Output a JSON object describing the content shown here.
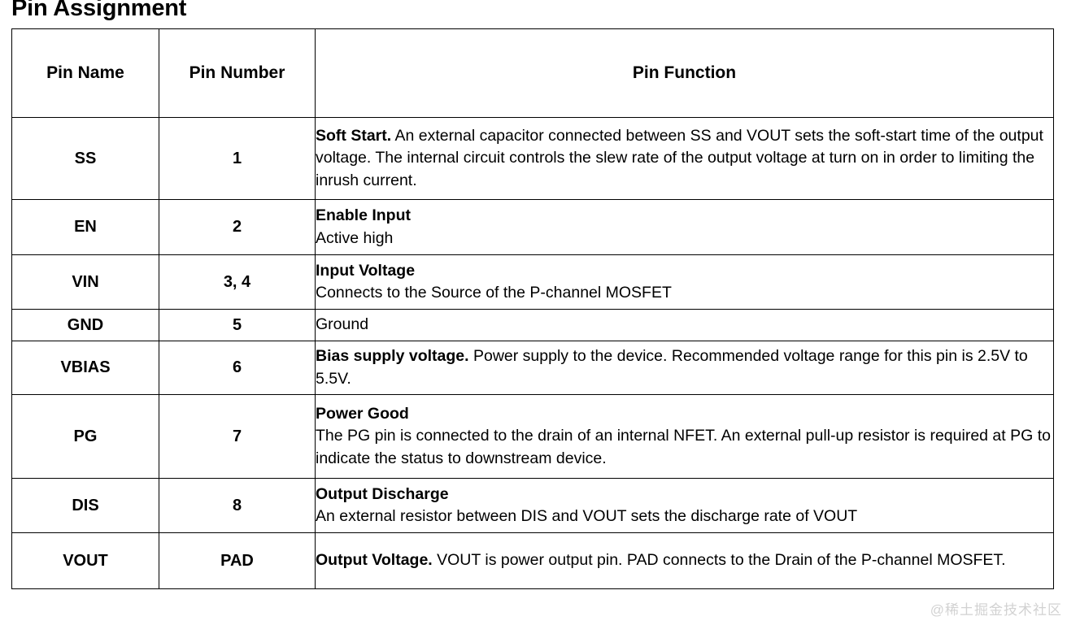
{
  "title": "Pin Assignment",
  "table": {
    "headers": {
      "pin_name": "Pin Name",
      "pin_number": "Pin Number",
      "pin_function": "Pin Function"
    },
    "rows": [
      {
        "pin_name": "SS",
        "pin_number": "1",
        "function_lead": "Soft Start.",
        "function_body": " An external capacitor connected between SS and VOUT sets the soft-start time of the output voltage. The internal circuit controls the slew rate of the output voltage at turn on in order to limiting the inrush current."
      },
      {
        "pin_name": "EN",
        "pin_number": "2",
        "function_lead": "Enable Input",
        "function_body": "Active high"
      },
      {
        "pin_name": "VIN",
        "pin_number": "3, 4",
        "function_lead": "Input Voltage",
        "function_body": "Connects to the Source of the P-channel MOSFET"
      },
      {
        "pin_name": "GND",
        "pin_number": "5",
        "function_lead": "",
        "function_body": "Ground"
      },
      {
        "pin_name": "VBIAS",
        "pin_number": "6",
        "function_lead": "Bias supply voltage.",
        "function_body": " Power supply to the device. Recommended voltage range for this pin is 2.5V to 5.5V."
      },
      {
        "pin_name": "PG",
        "pin_number": "7",
        "function_lead": "Power Good",
        "function_body": "The PG pin is connected to the drain of an internal NFET. An external pull-up resistor is required at PG to indicate the status to downstream device."
      },
      {
        "pin_name": "DIS",
        "pin_number": "8",
        "function_lead": "Output Discharge",
        "function_body": "An external resistor between DIS and VOUT sets the discharge rate of VOUT"
      },
      {
        "pin_name": "VOUT",
        "pin_number": "PAD",
        "function_lead": "Output Voltage.",
        "function_body": " VOUT is power output pin. PAD connects to the Drain of the P-channel MOSFET."
      }
    ]
  },
  "watermark": "@稀土掘金技术社区",
  "colors": {
    "background": "#ffffff",
    "text": "#000000",
    "border": "#000000",
    "watermark": "#d2d2d2"
  }
}
